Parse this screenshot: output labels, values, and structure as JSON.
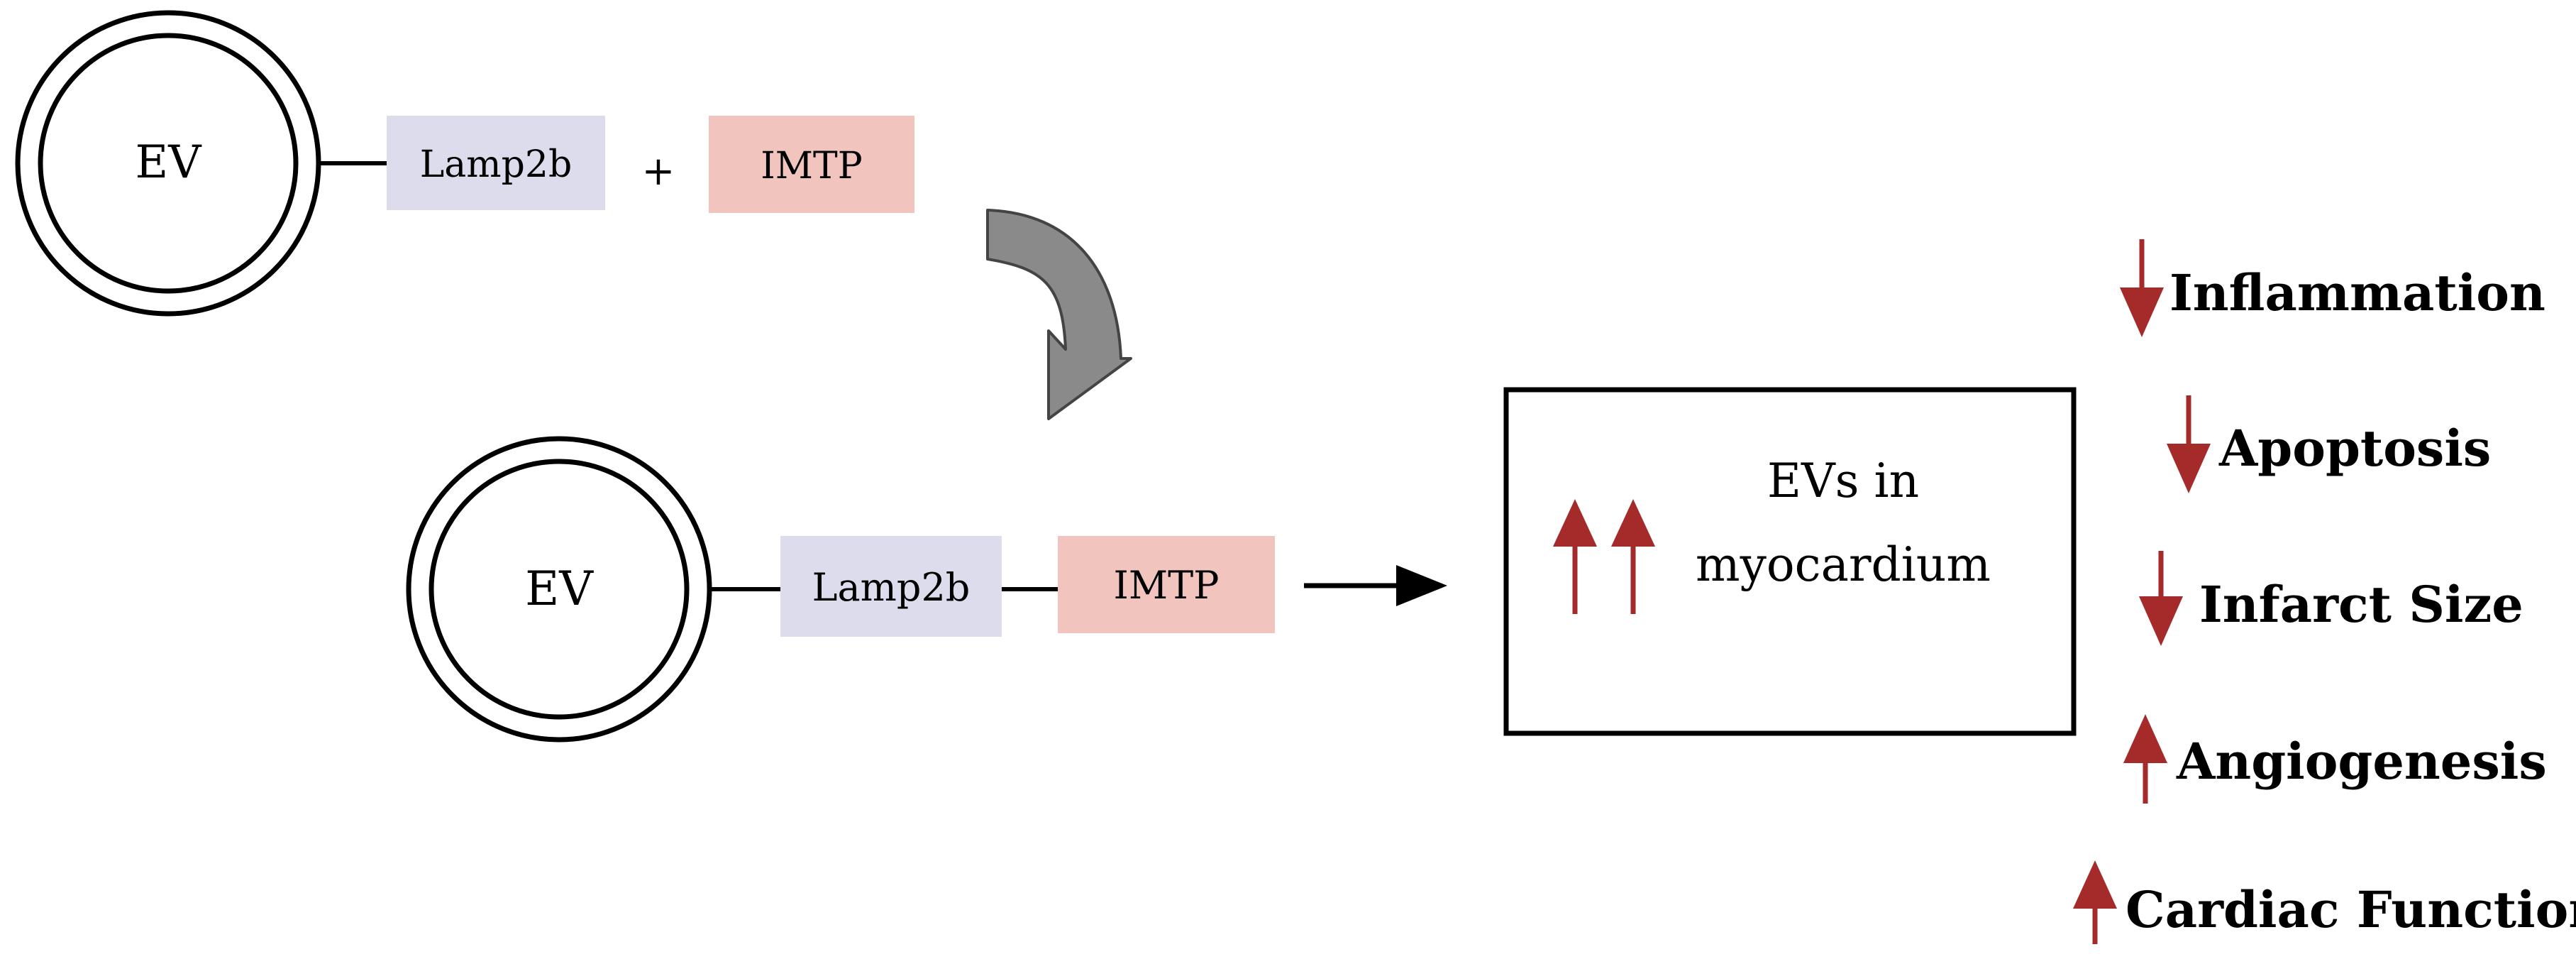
{
  "top_construct": {
    "ev_label": "EV",
    "lamp_label": "Lamp2b",
    "plus_label": "+",
    "imtp_label": "IMTP"
  },
  "bottom_construct": {
    "ev_label": "EV",
    "lamp_label": "Lamp2b",
    "imtp_label": "IMTP"
  },
  "result_box": {
    "line1": "EVs in",
    "line2": "myocardium",
    "indicator": "up-up"
  },
  "effects": [
    {
      "label": "Inflammation",
      "direction": "down"
    },
    {
      "label": "Apoptosis",
      "direction": "down"
    },
    {
      "label": "Infarct Size",
      "direction": "down"
    },
    {
      "label": "Angiogenesis",
      "direction": "up"
    },
    {
      "label": "Cardiac Function",
      "direction": "up"
    }
  ],
  "colors": {
    "lamp_fill": "#dcdcec",
    "imtp_fill": "#f2c4be",
    "arrow_red": "#a52a2a",
    "curved_arrow": "#8a8a8a",
    "line": "#000000"
  }
}
